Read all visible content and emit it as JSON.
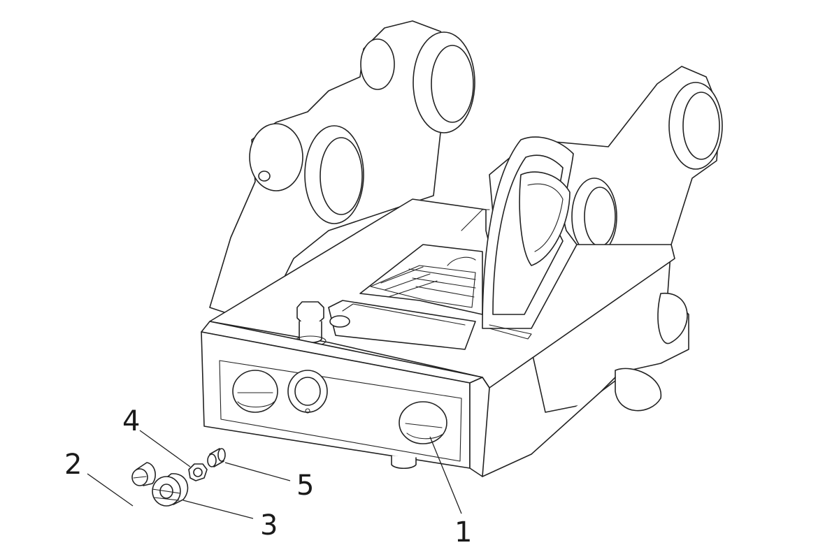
{
  "callouts": [
    {
      "id": "1",
      "label": "1",
      "part": "quick-coupler-body"
    },
    {
      "id": "2",
      "label": "2",
      "part": "slotted-pin"
    },
    {
      "id": "3",
      "label": "3",
      "part": "slotted-bushing"
    },
    {
      "id": "4",
      "label": "4",
      "part": "hex-nut"
    },
    {
      "id": "5",
      "label": "5",
      "part": "set-screw"
    }
  ],
  "colors": {
    "line": "#222222",
    "background": "#ffffff",
    "label": "#1a1a1a"
  }
}
